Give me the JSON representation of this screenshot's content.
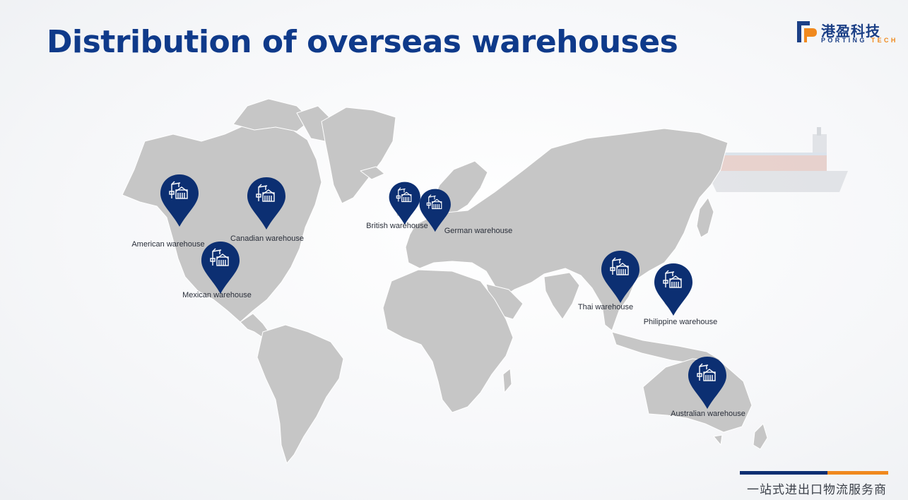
{
  "slide": {
    "title": "Distribution of overseas warehouses",
    "logo": {
      "cn": "港盈科技",
      "en_1": "PORTING ",
      "en_2": "TECH"
    },
    "footer": "一站式进出口物流服务商"
  },
  "colors": {
    "title": "#0f3a8a",
    "pin": "#0c2f72",
    "land": "#c6c6c6",
    "accent_orange": "#f0891e"
  },
  "warehouses": [
    {
      "label": "American warehouse"
    },
    {
      "label": "Canadian warehouse"
    },
    {
      "label": "Mexican warehouse"
    },
    {
      "label": "British warehouse"
    },
    {
      "label": "German warehouse"
    },
    {
      "label": "Thai warehouse"
    },
    {
      "label": "Philippine warehouse"
    },
    {
      "label": "Australian warehouse"
    }
  ],
  "icons": {
    "pin": "map-pin-icon",
    "warehouse": "warehouse-crane-icon",
    "logo": "porting-tech-logo-icon"
  }
}
